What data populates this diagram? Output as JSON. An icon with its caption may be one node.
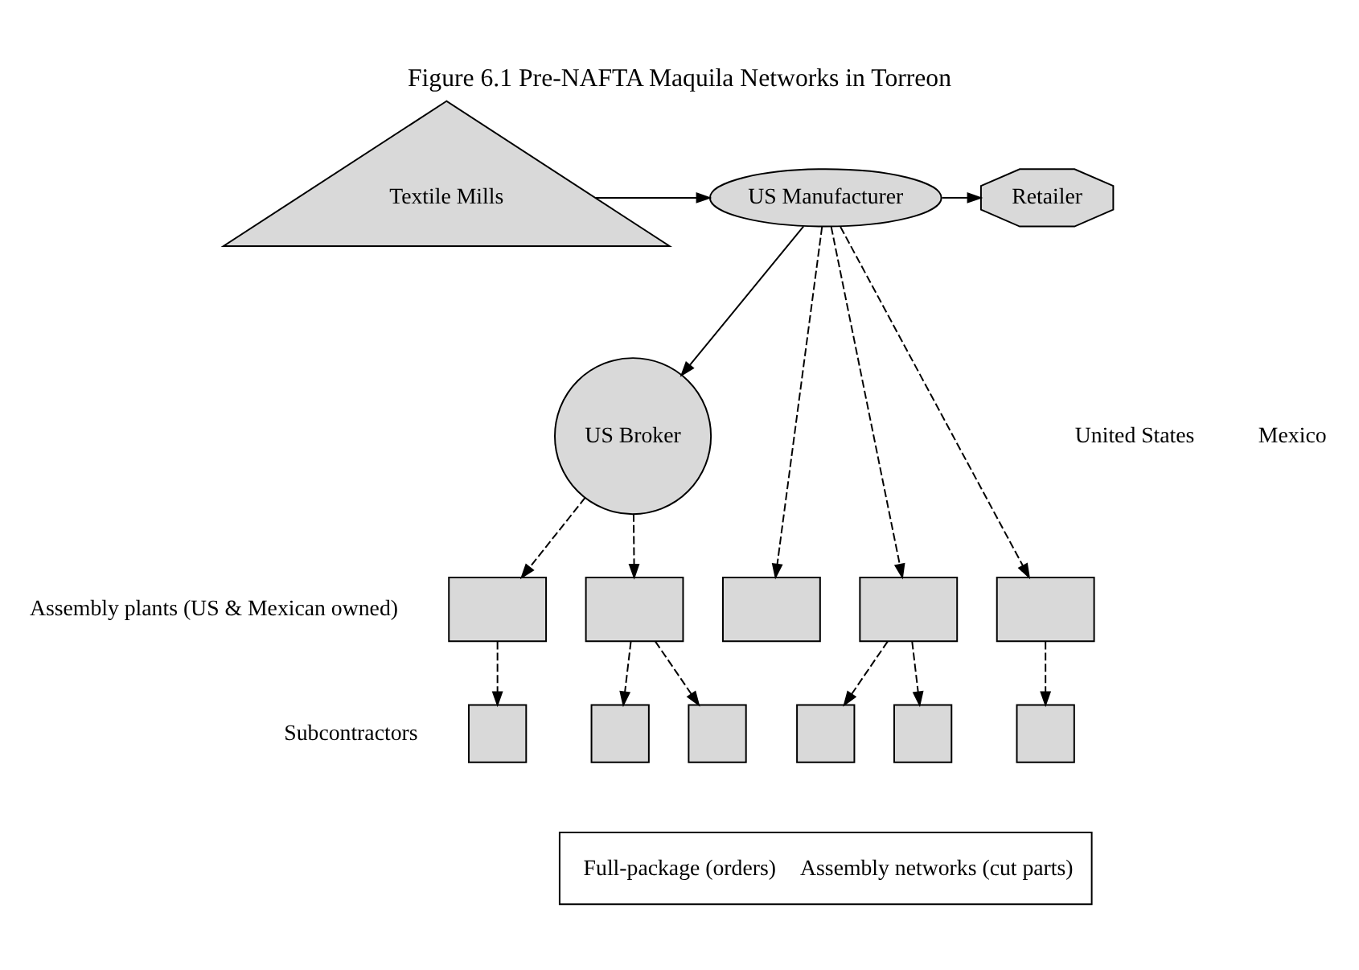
{
  "diagram": {
    "title": "Figure 6.1 Pre-NAFTA Maquila Networks in Torreon",
    "nodes": [
      {
        "text": [
          "Textile Mills"
        ]
      },
      {
        "text": [
          "US Manufacturer"
        ]
      },
      {
        "text": [
          "Retailer"
        ]
      },
      {
        "text": [
          "US Broker"
        ]
      },
      {
        "text": [],
        "shape": "box"
      },
      {
        "text": [],
        "shape": "box"
      },
      {
        "text": [],
        "shape": "box"
      },
      {
        "text": [],
        "shape": "box"
      },
      {
        "text": [],
        "shape": "box"
      },
      {
        "text": [],
        "shape": "box"
      },
      {
        "text": [],
        "shape": "box"
      },
      {
        "text": [],
        "shape": "box"
      },
      {
        "text": [],
        "shape": "box"
      },
      {
        "text": [],
        "shape": "box"
      },
      {
        "text": [],
        "shape": "box"
      }
    ],
    "edges": [
      {
        "from": 0,
        "to": 1,
        "arrow": "to"
      },
      {
        "from": 1,
        "to": 2,
        "arrow": "to"
      },
      {
        "from": 1,
        "to": 3,
        "arrow": "to"
      },
      {
        "from": 3,
        "to": 4,
        "arrow": "to",
        "style": "dashed"
      },
      {
        "from": 3,
        "to": 5,
        "arrow": "to",
        "style": "dashed"
      },
      {
        "from": 1,
        "to": 6,
        "arrow": "to",
        "style": "dashed"
      },
      {
        "from": 1,
        "to": 7,
        "arrow": "to",
        "style": "dashed"
      },
      {
        "from": 1,
        "to": 8,
        "arrow": "to",
        "style": "dashed"
      },
      {
        "from": 4,
        "to": 9,
        "arrow": "to",
        "style": "dashed"
      },
      {
        "from": 5,
        "to": 10,
        "arrow": "to",
        "style": "dashed"
      },
      {
        "from": 5,
        "to": 11,
        "arrow": "to",
        "style": "dashed"
      },
      {
        "from": 7,
        "to": 12,
        "arrow": "to",
        "style": "dashed"
      },
      {
        "from": 7,
        "to": 13,
        "arrow": "to",
        "style": "dashed"
      },
      {
        "from": 8,
        "to": 14,
        "arrow": "to",
        "style": "dashed"
      }
    ],
    "labels": [
      "United States",
      "Mexico",
      "Assembly plants (US & Mexican owned)",
      "Subcontractors"
    ],
    "legend": [
      {
        "text": "Full-package (orders)"
      },
      {
        "text": "Assembly networks (cut parts)"
      }
    ]
  }
}
